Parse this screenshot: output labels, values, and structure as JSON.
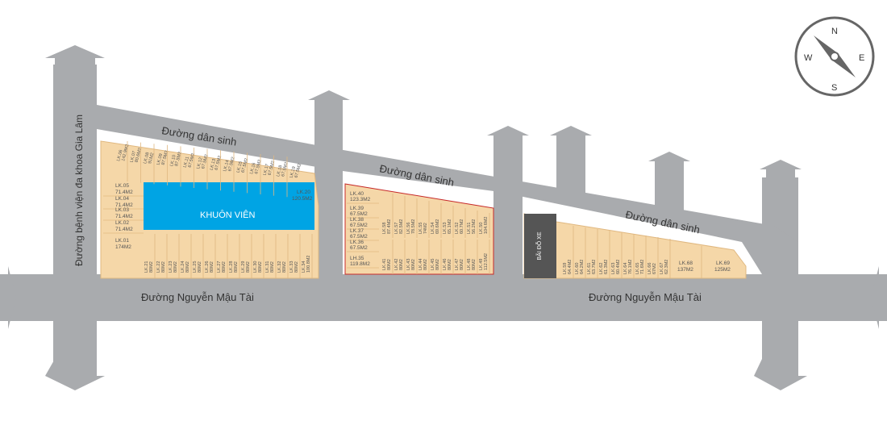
{
  "colors": {
    "road": "#a9abae",
    "road_edge": "#c9cacc",
    "background": "#ffffff",
    "lot_fill": "#f5d7a8",
    "lot_line": "#e0b880",
    "lot_border": "#c62828",
    "park": "#00a4e4",
    "parking": "#555555",
    "compass": "#666666"
  },
  "roads": {
    "dan_sinh_1": "Đường dân sinh",
    "dan_sinh_2": "Đường dân sinh",
    "dan_sinh_3": "Đường dân sinh",
    "nguyen_mau_tai_left": "Đường Nguyễn Mậu Tài",
    "nguyen_mau_tai_right": "Đường Nguyễn Mậu Tài",
    "benh_vien": "Đường bệnh viện đa khoa Gia Lâm"
  },
  "park_label": "KHUÔN VIÊN",
  "parking_label": "BÃI ĐỖ XE",
  "compass": {
    "n": "N",
    "e": "E",
    "s": "S",
    "w": "W"
  },
  "block1_left": [
    {
      "code": "LK.05",
      "area": "71.4M2"
    },
    {
      "code": "LK.04",
      "area": "71.4M2"
    },
    {
      "code": "LK.03",
      "area": "71.4M2"
    },
    {
      "code": "LK.02",
      "area": "71.4M2"
    },
    {
      "code": "LK.01",
      "area": "174M2"
    }
  ],
  "block1_top": [
    {
      "code": "LK.06",
      "area": "142.9M2"
    },
    {
      "code": "LK.07",
      "area": "80.6M2"
    },
    {
      "code": "LK.08",
      "area": "91M2"
    },
    {
      "code": "LK.09",
      "area": "87.5M2"
    },
    {
      "code": "LK.10",
      "area": "87.5M2"
    },
    {
      "code": "LK.11",
      "area": "67.5M2"
    },
    {
      "code": "LK.12",
      "area": "67.5M2"
    },
    {
      "code": "LK.13",
      "area": "67.5M2"
    },
    {
      "code": "LK.14",
      "area": "67.5M2"
    },
    {
      "code": "LK.15",
      "area": "67.5M2"
    },
    {
      "code": "LK.16",
      "area": "67.5M2"
    },
    {
      "code": "LK.17",
      "area": "67.5M2"
    },
    {
      "code": "LK.18",
      "area": "67.5M2"
    },
    {
      "code": "LK.19",
      "area": "67.5M2"
    }
  ],
  "block1_corner": {
    "code": "LK.20",
    "area": "120.5M2"
  },
  "block1_bottom": [
    {
      "code": "LK.21",
      "area": "80M2"
    },
    {
      "code": "LK.22",
      "area": "80M2"
    },
    {
      "code": "LK.23",
      "area": "80M2"
    },
    {
      "code": "LK.24",
      "area": "80M2"
    },
    {
      "code": "LK.25",
      "area": "80M2"
    },
    {
      "code": "LK.26",
      "area": "80M2"
    },
    {
      "code": "LK.27",
      "area": "80M2"
    },
    {
      "code": "LK.28",
      "area": "80M2"
    },
    {
      "code": "LK.29",
      "area": "80M2"
    },
    {
      "code": "LK.30",
      "area": "80M2"
    },
    {
      "code": "LK.31",
      "area": "80M2"
    },
    {
      "code": "LK.32",
      "area": "80M2"
    },
    {
      "code": "LK.33",
      "area": "80M2"
    },
    {
      "code": "LK.34",
      "area": "100.8M2"
    }
  ],
  "block2_left": [
    {
      "code": "LK.40",
      "area": "123.3M2"
    },
    {
      "code": "LK.39",
      "area": "67.5M2"
    },
    {
      "code": "LK.38",
      "area": "67.5M2"
    },
    {
      "code": "LK.37",
      "area": "67.5M2"
    },
    {
      "code": "LK.36",
      "area": "67.5M2"
    },
    {
      "code": "LH.35",
      "area": "119.8M2"
    }
  ],
  "block2_top": [
    {
      "code": "LK.58",
      "area": "87.4M2"
    },
    {
      "code": "LK.57",
      "area": "82.5M2"
    },
    {
      "code": "LK.56",
      "area": "78.5M2"
    },
    {
      "code": "LK.55",
      "area": "74M2"
    },
    {
      "code": "LK.54",
      "area": "69.6M2"
    },
    {
      "code": "LK.53",
      "area": "65.1M2"
    },
    {
      "code": "LK.52",
      "area": "60.7M2"
    },
    {
      "code": "LK.51",
      "area": "56.2M2"
    },
    {
      "code": "LK.50",
      "area": "104.6M2"
    }
  ],
  "block2_bottom": [
    {
      "code": "LK.41",
      "area": "80M2"
    },
    {
      "code": "LK.42",
      "area": "80M2"
    },
    {
      "code": "LK.43",
      "area": "80M2"
    },
    {
      "code": "LK.44",
      "area": "80M2"
    },
    {
      "code": "LK.45",
      "area": "80M2"
    },
    {
      "code": "LK.46",
      "area": "80M2"
    },
    {
      "code": "LK.47",
      "area": "80M2"
    },
    {
      "code": "LK.48",
      "area": "80M2"
    },
    {
      "code": "LK.49",
      "area": "112.5M2"
    }
  ],
  "block3": [
    {
      "code": "LK.59",
      "area": "64.4M2"
    },
    {
      "code": "LK.60",
      "area": "64.2M2"
    },
    {
      "code": "LK.61",
      "area": "63.7M2"
    },
    {
      "code": "LK.62",
      "area": "61.3M2"
    },
    {
      "code": "LK.63",
      "area": "60.4M2"
    },
    {
      "code": "LK.64",
      "area": "76.1M2"
    },
    {
      "code": "LK.65",
      "area": "71.6M2"
    },
    {
      "code": "LK.66",
      "area": "67M2"
    },
    {
      "code": "LK.67",
      "area": "62.3M2"
    }
  ],
  "block3_end": [
    {
      "code": "LK.68",
      "area": "137M2"
    },
    {
      "code": "LK.69",
      "area": "125M2"
    }
  ]
}
